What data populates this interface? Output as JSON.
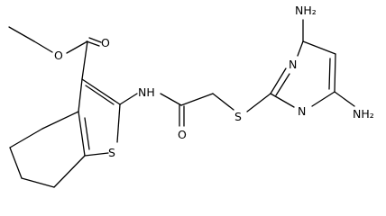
{
  "structure": {
    "atoms": {
      "ester_o": "O",
      "carbonyl_o1": "O",
      "nh": "NH",
      "ring_s": "S",
      "thio_s": "S",
      "carbonyl_o2": "O",
      "pyr_n1": "N",
      "pyr_n2": "N",
      "nh2_top": "NH₂",
      "nh2_right": "NH₂"
    }
  }
}
